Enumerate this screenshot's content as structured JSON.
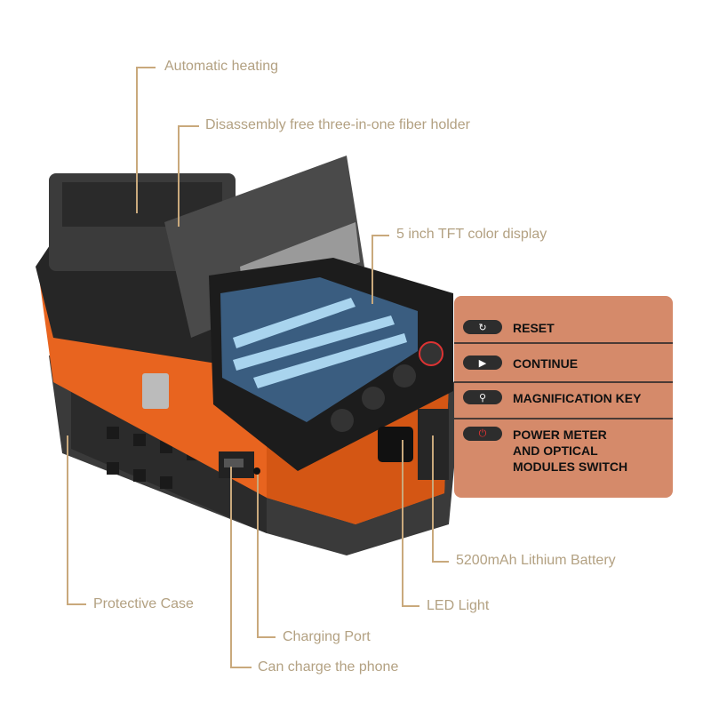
{
  "callouts": {
    "automatic_heating": "Automatic heating",
    "fiber_holder": "Disassembly free three-in-one fiber holder",
    "display": "5 inch TFT color display",
    "battery": "5200mAh Lithium Battery",
    "led_light": "LED Light",
    "protective_case": "Protective Case",
    "charging_port": "Charging Port",
    "charge_phone": "Can charge the phone"
  },
  "keys_panel": {
    "items": [
      {
        "icon": "reset-icon",
        "label": "RESET"
      },
      {
        "icon": "play-icon",
        "label": "CONTINUE"
      },
      {
        "icon": "search-icon",
        "label": "MAGNIFICATION KEY"
      },
      {
        "icon": "power-icon",
        "label": "POWER METER\nAND OPTICAL\nMODULES SWITCH"
      }
    ]
  },
  "colors": {
    "accent_orange": "#e8641f",
    "panel": "#d58a6a",
    "callout_text": "#b3a182",
    "callout_line": "#c9a97c"
  }
}
